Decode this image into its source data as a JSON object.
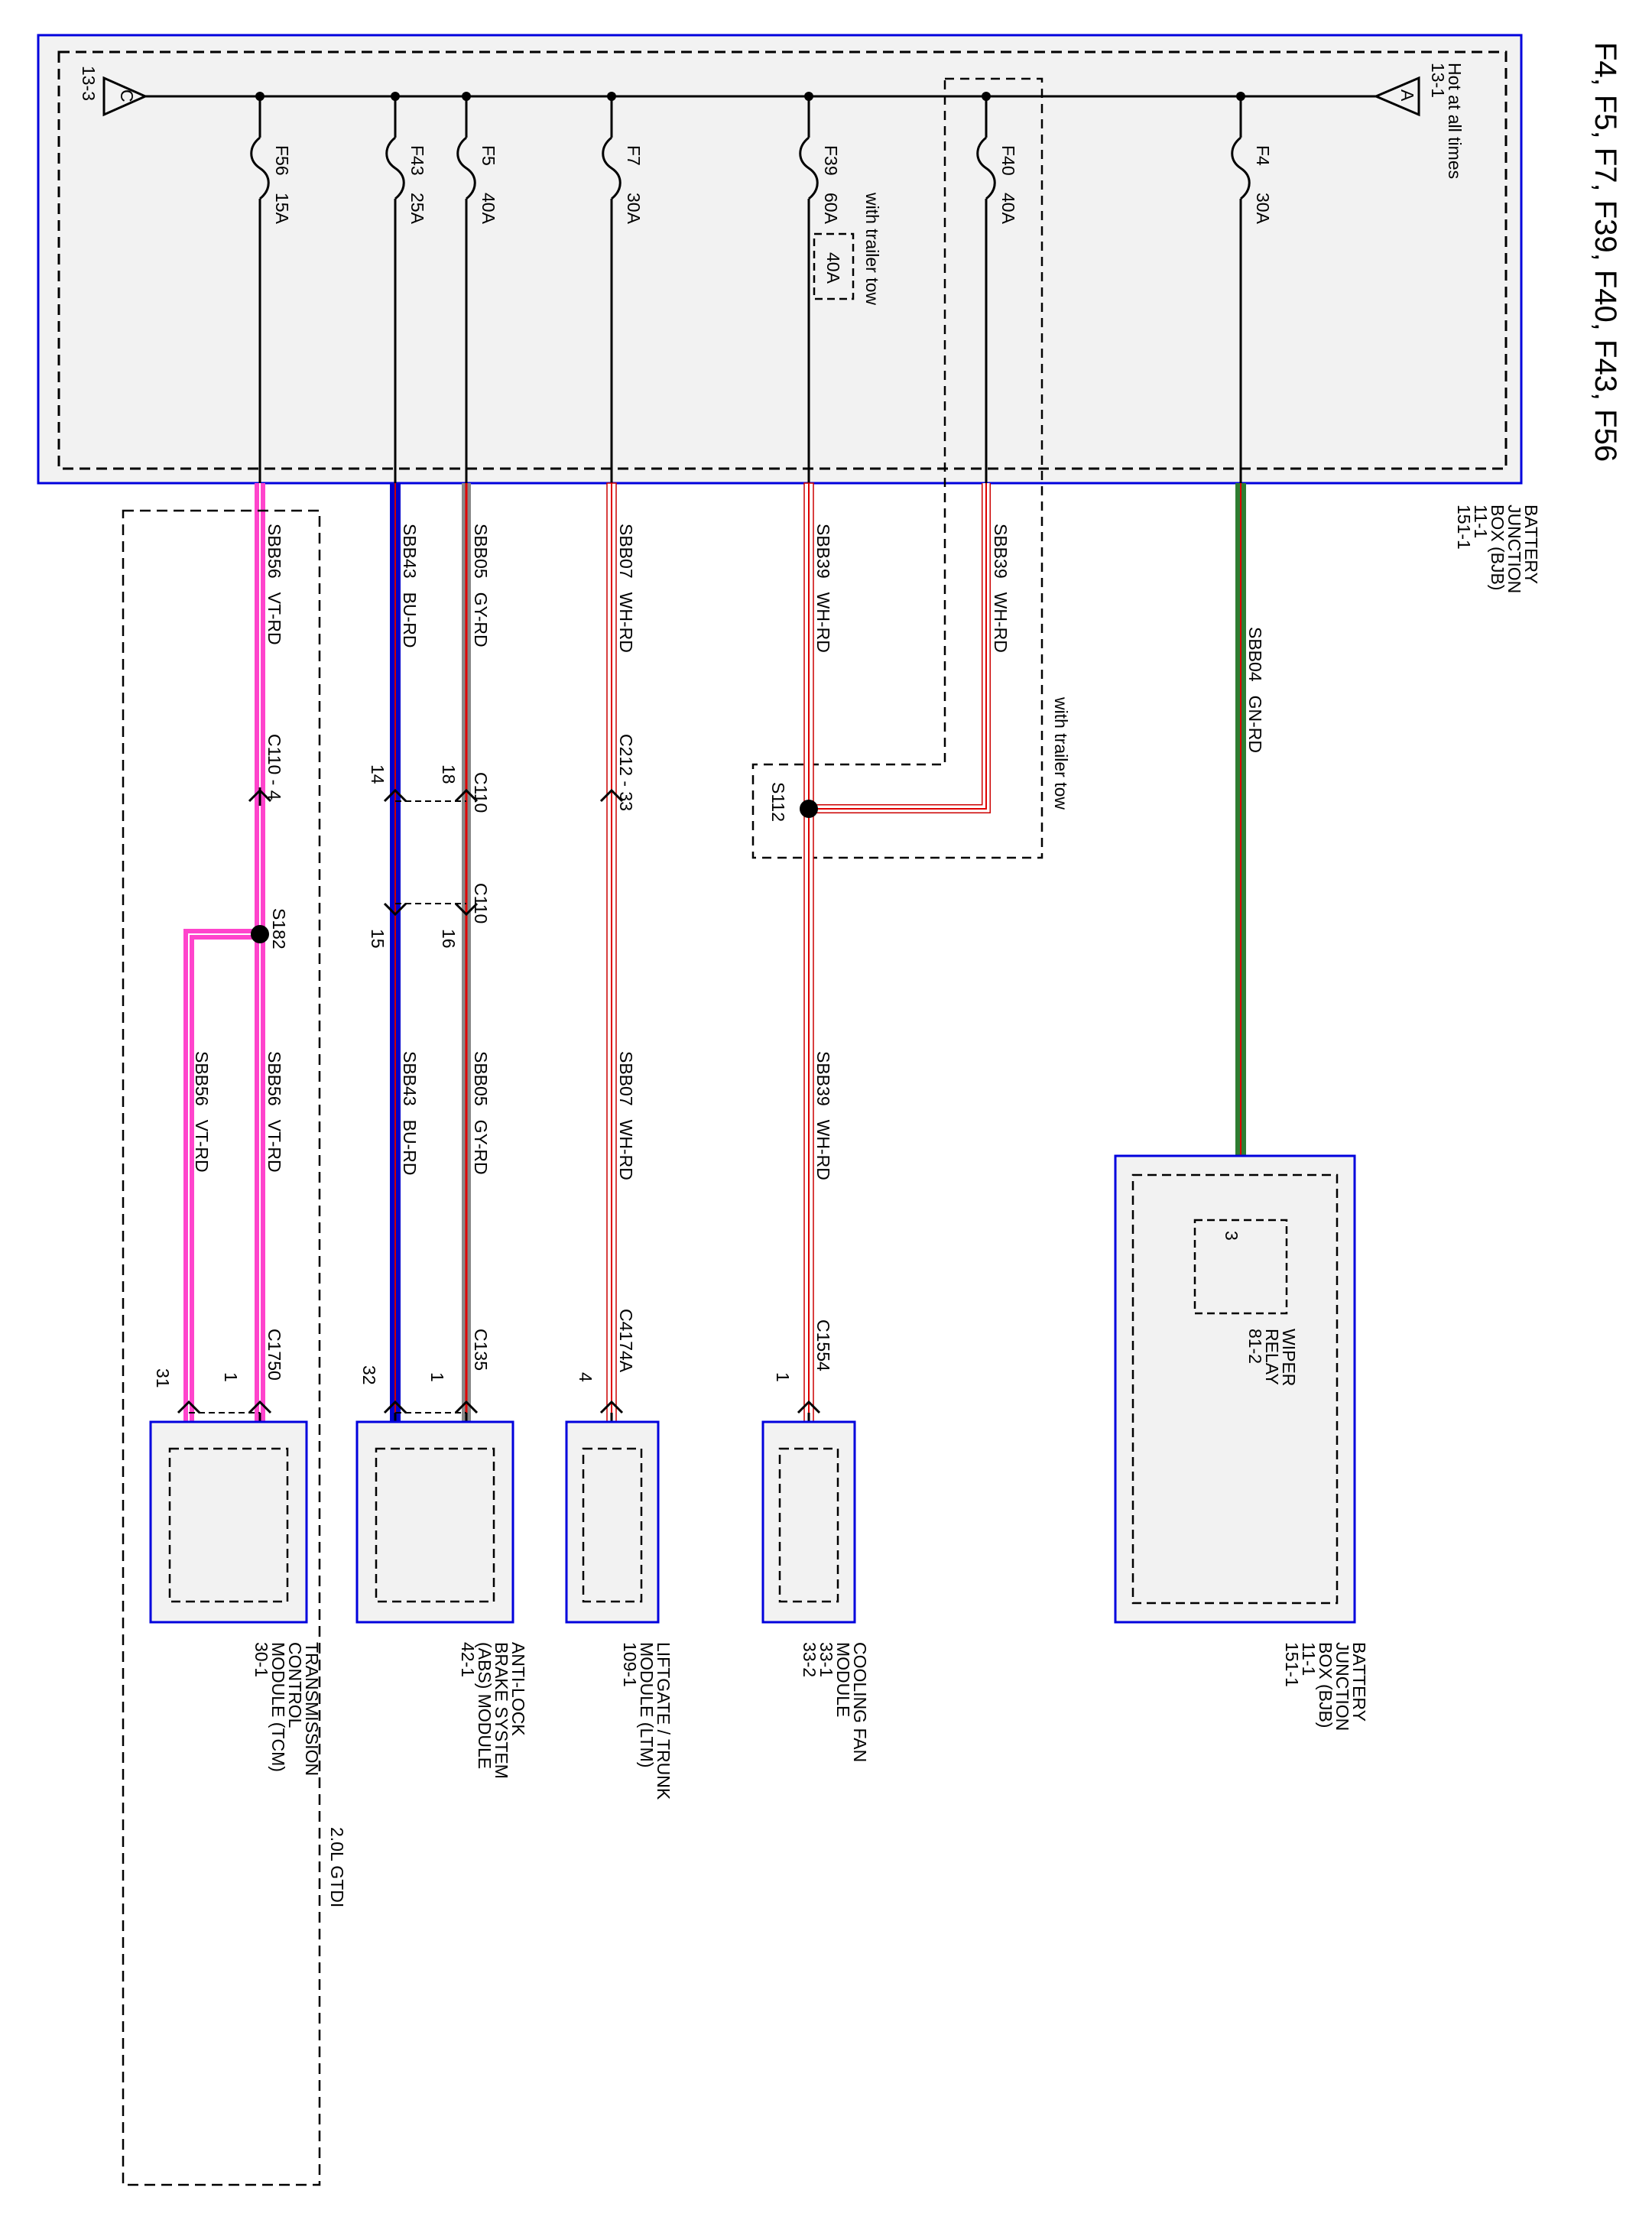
{
  "page_title": "F4, F5, F7, F39, F40, F43, F56",
  "colors": {
    "box_border": "#0000dd",
    "box_fill": "#f2f2f2",
    "VT-RD": "#ff44cc",
    "BU-RD": "#0000cc",
    "GY-RD": "#888888",
    "WH-RD": "#ffffff",
    "GN-RD": "#2e7d32",
    "stripe": "#e00000"
  },
  "bus": {
    "left_connector": {
      "letter": "C",
      "ref": "13-3"
    },
    "right_connector": {
      "letter": "A",
      "ref": "13-1",
      "note": "Hot at all times"
    }
  },
  "fuses": [
    {
      "id": "F56",
      "rating": "15A"
    },
    {
      "id": "F43",
      "rating": "25A"
    },
    {
      "id": "F5",
      "rating": "40A"
    },
    {
      "id": "F7",
      "rating": "30A"
    },
    {
      "id": "F39",
      "rating": "60A",
      "alt_rating": "40A",
      "alt_note": "with trailer tow"
    },
    {
      "id": "F40",
      "rating": "40A"
    },
    {
      "id": "F4",
      "rating": "30A"
    }
  ],
  "bjb_top": [
    "BATTERY",
    "JUNCTION",
    "BOX (BJB)",
    "11-1",
    "151-1"
  ],
  "wires": {
    "sbb56": {
      "circuit": "SBB56",
      "color": "VT-RD"
    },
    "sbb43": {
      "circuit": "SBB43",
      "color": "BU-RD"
    },
    "sbb05": {
      "circuit": "SBB05",
      "color": "GY-RD"
    },
    "sbb07": {
      "circuit": "SBB07",
      "color": "WH-RD"
    },
    "sbb39": {
      "circuit": "SBB39",
      "color": "WH-RD"
    },
    "sbb04": {
      "circuit": "SBB04",
      "color": "GN-RD"
    }
  },
  "connectors": {
    "c110_4": "C110 - 4",
    "c110": "C110",
    "c110_pin14": "14",
    "c110_pin18": "18",
    "c110_pin15": "15",
    "c110_pin16": "16",
    "c212": "C212 - 33",
    "c1750": "C1750",
    "c1750_pin1": "1",
    "c1750_pin31": "31",
    "c135": "C135",
    "c135_pin1": "1",
    "c135_pin32": "32",
    "c4174a": "C4174A",
    "c4174a_pin": "4",
    "c1554": "C1554",
    "c1554_pin": "1",
    "wiper_pin": "3"
  },
  "splices": {
    "s182": "S182",
    "s112": "S112"
  },
  "trailer_tow_note": "with trailer tow",
  "engine_note": "2.0L GTDI",
  "modules": {
    "tcm": [
      "TRANSMISSION",
      "CONTROL",
      "MODULE (TCM)",
      "30-1"
    ],
    "abs": [
      "ANTI-LOCK",
      "BRAKE SYSTEM",
      "(ABS) MODULE",
      "42-1"
    ],
    "ltm": [
      "LIFTGATE / TRUNK",
      "MODULE (LTM)",
      "109-1"
    ],
    "fan": [
      "COOLING FAN",
      "MODULE",
      "33-1",
      "33-2"
    ],
    "bjb": [
      "BATTERY",
      "JUNCTION",
      "BOX (BJB)",
      "11-1",
      "151-1"
    ],
    "wiper": [
      "WIPER",
      "RELAY",
      "81-2"
    ]
  }
}
